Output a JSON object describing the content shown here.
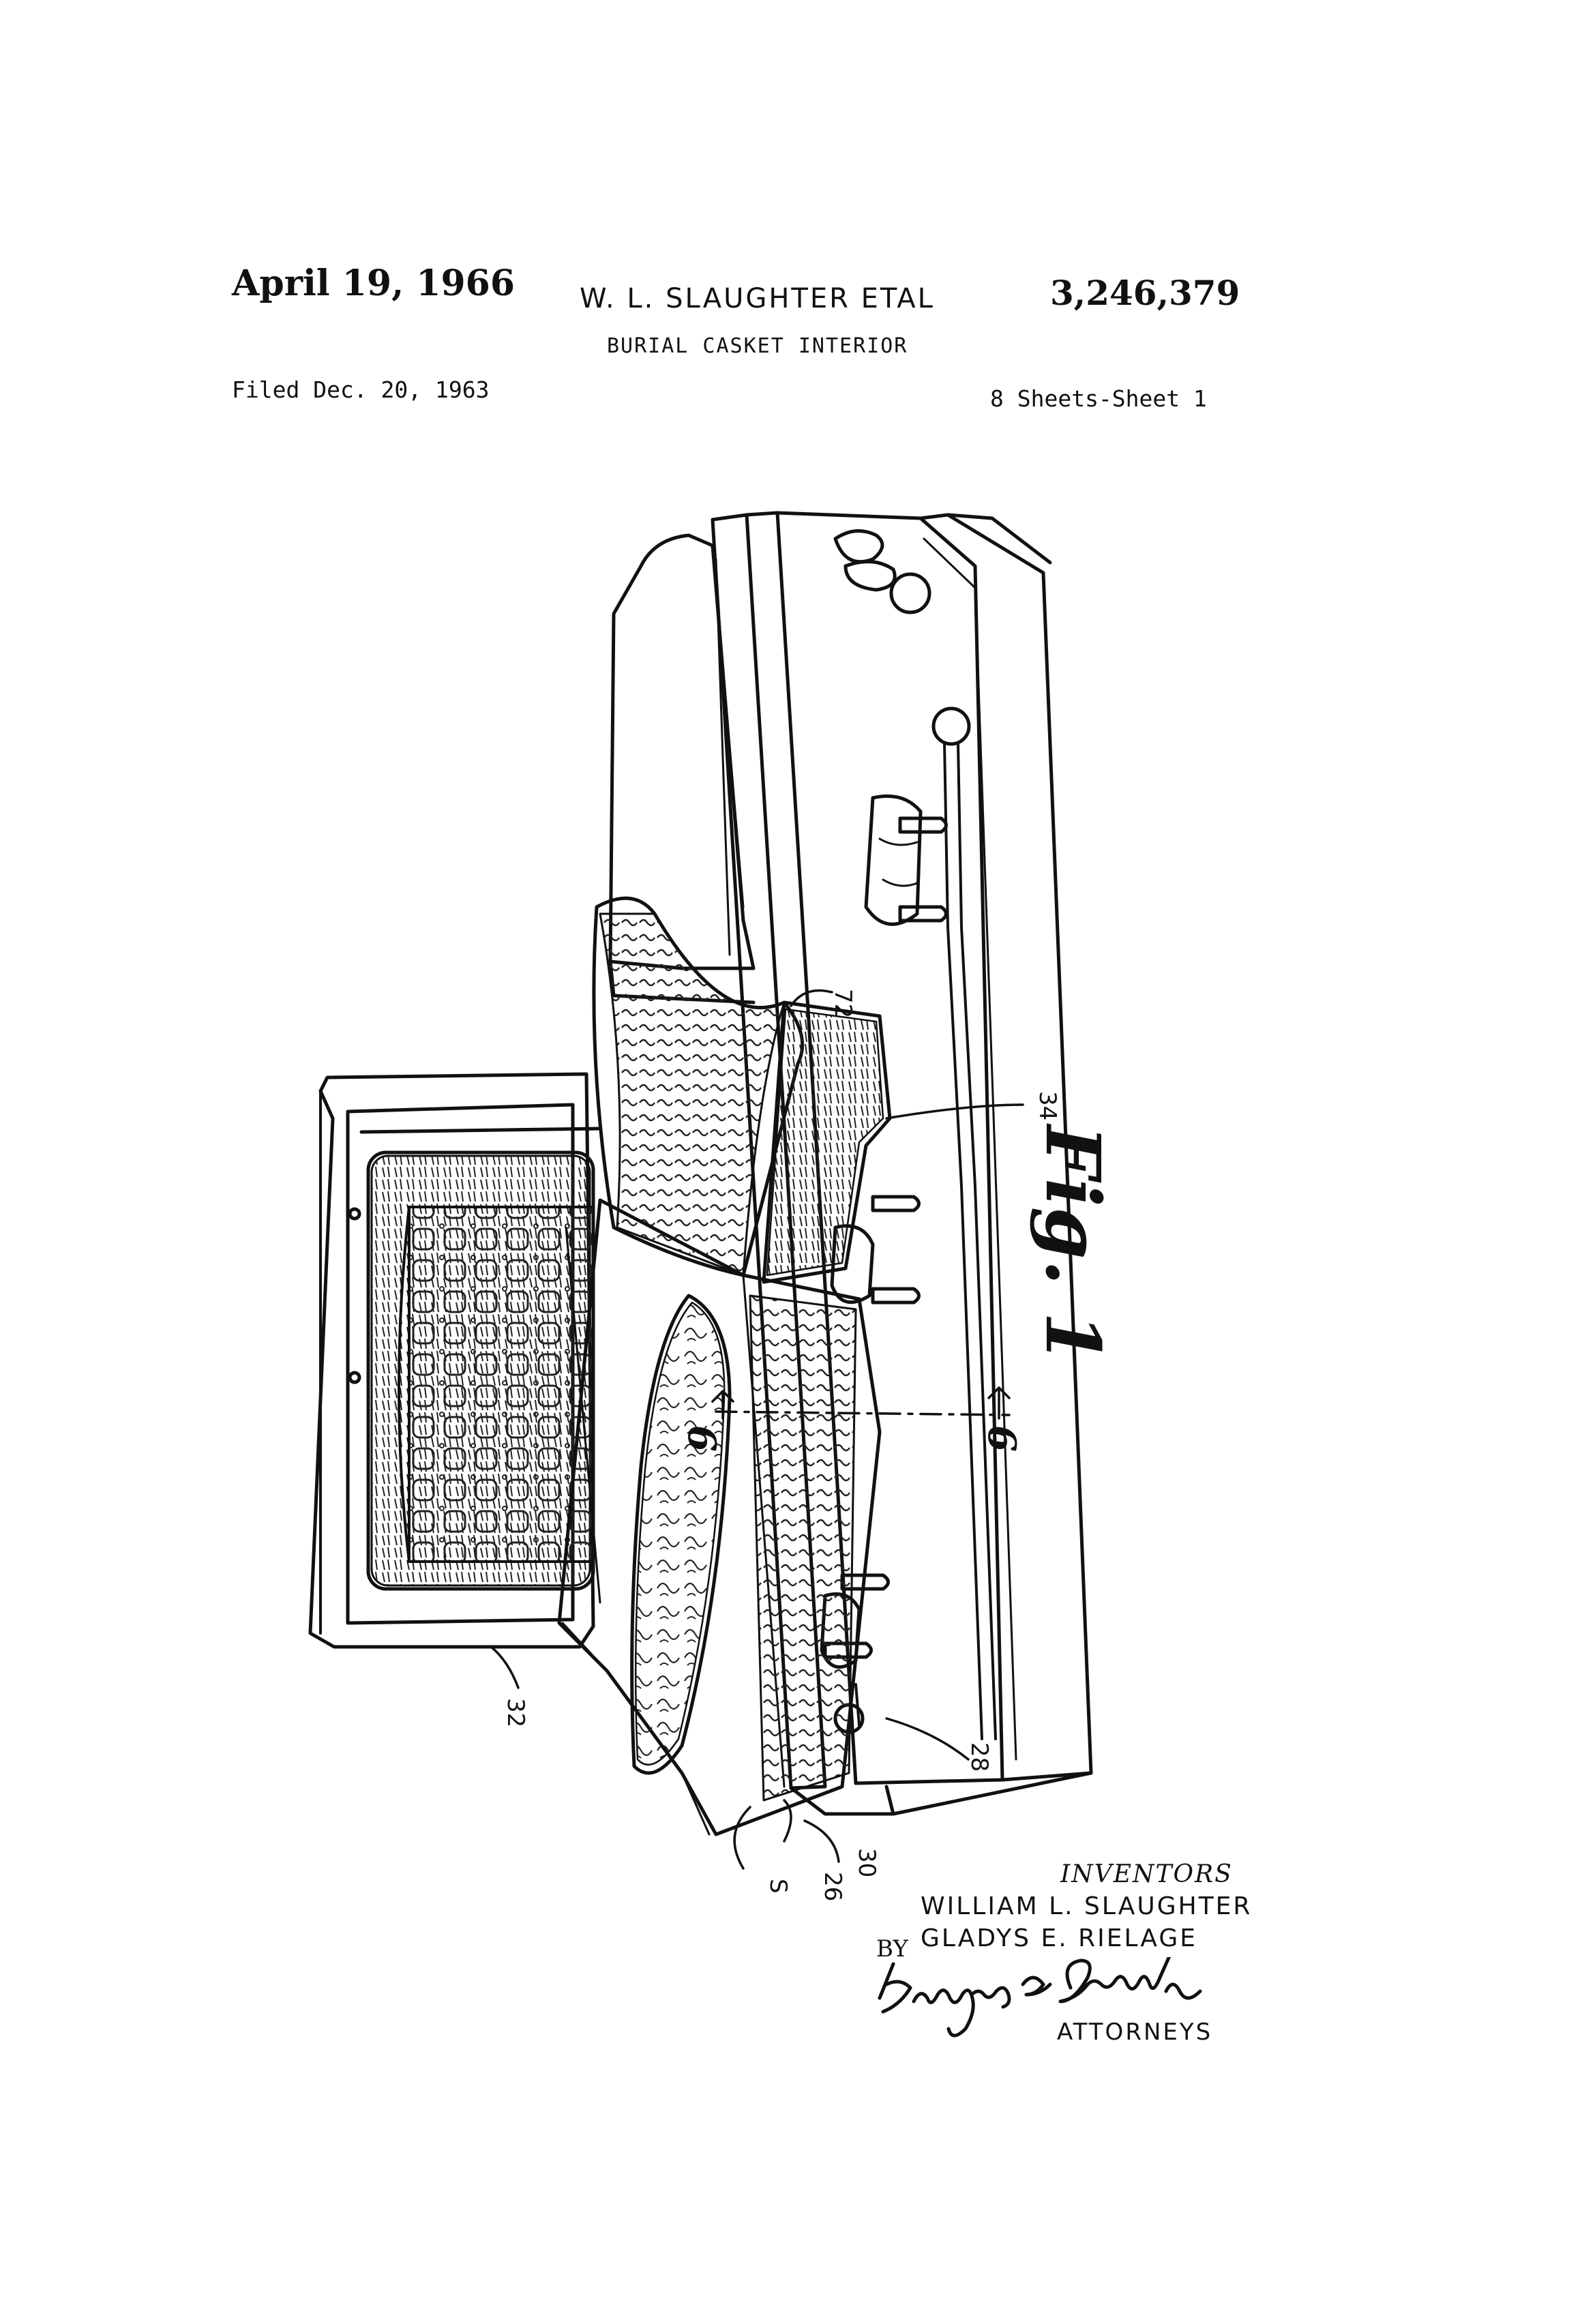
{
  "header": {
    "date": "April 19, 1966",
    "inventor_line": "W. L. SLAUGHTER ETAL",
    "patent_number": "3,246,379",
    "subject": "BURIAL CASKET INTERIOR",
    "filed": "Filed Dec. 20, 1963",
    "sheets": "8 Sheets-Sheet 1"
  },
  "figure": {
    "label": "Fig. 1",
    "section_marker": "6",
    "reference_numerals": [
      "72",
      "34",
      "28",
      "30",
      "26",
      "S",
      "32"
    ]
  },
  "footer": {
    "inventors_label": "INVENTORS",
    "inventor_1": "WILLIAM L. SLAUGHTER",
    "by_label": "BY",
    "inventor_2": "GLADYS E. RIELAGE",
    "signature": "Kinney and Schenk",
    "attorneys_label": "ATTORNEYS"
  }
}
